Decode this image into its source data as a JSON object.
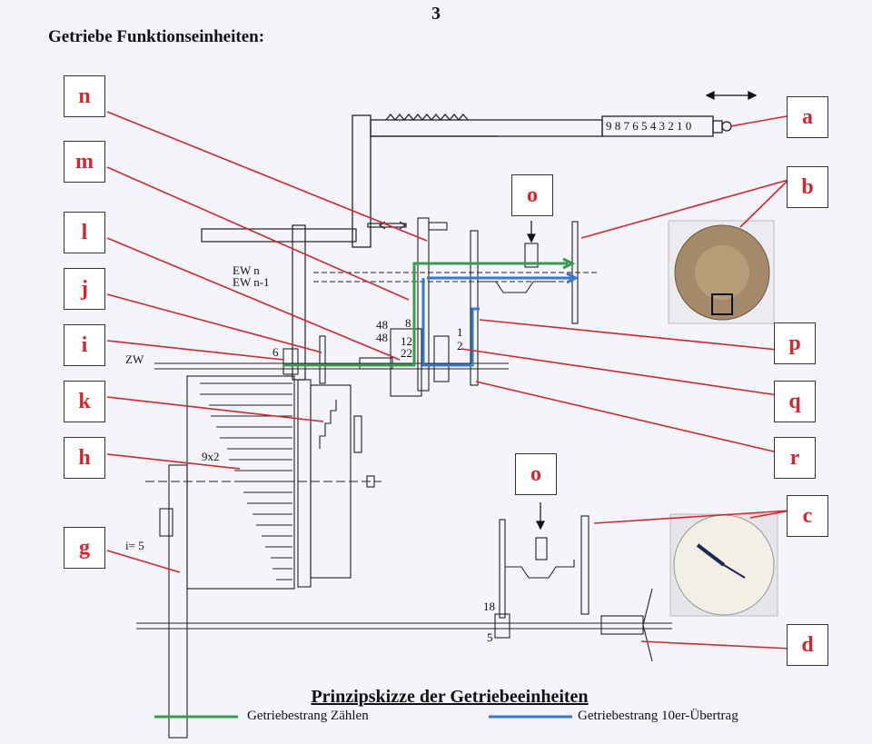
{
  "page_number": "3",
  "heading": "Getriebe Funktionseinheiten:",
  "labels": {
    "n": "n",
    "m": "m",
    "l": "l",
    "j": "j",
    "i": "i",
    "k": "k",
    "h": "h",
    "g": "g",
    "a": "a",
    "b": "b",
    "o_top": "o",
    "p": "p",
    "q": "q",
    "r": "r",
    "o_bottom": "o",
    "c": "c",
    "d": "d"
  },
  "annotations": {
    "ew_n": "EW n",
    "ew_n1": "EW n-1",
    "zw": "ZW",
    "i5": "i= 5",
    "nine_x2": "9x2",
    "n48a": "48",
    "n48b": "48",
    "n8": "8",
    "n12": "12",
    "n22": "22",
    "n6": "6",
    "n1": "1",
    "n2": "2",
    "n18": "18",
    "n5": "5",
    "slider_digits": "9 8 7 6 5 4 3 2 1 0"
  },
  "caption": "Prinzipskizze der Getriebeeinheiten",
  "legend": {
    "green_label": "Getriebestrang Zählen",
    "blue_label": "Getriebestrang 10er-Übertrag",
    "green_color": "#3a9a50",
    "blue_color": "#3b78c8"
  },
  "colors": {
    "pointer": "#d4262c",
    "label_text": "#d4262c"
  }
}
